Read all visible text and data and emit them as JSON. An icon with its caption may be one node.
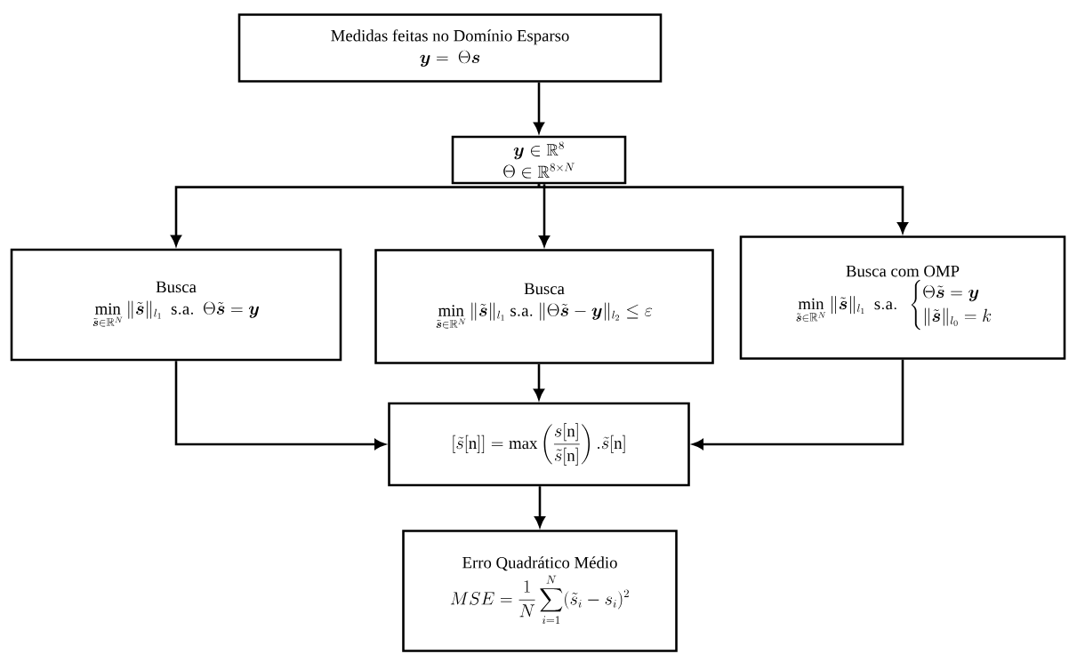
{
  "diagram": {
    "nodes": [
      {
        "text": [
          "Medidas feitas no Domínio Esparso",
          "\\boldsymbol{y} =\\ \\Theta\\boldsymbol{s}"
        ]
      },
      {
        "text": [
          "\\boldsymbol{y} \\in \\mathbb{R}^{8}",
          "\\Theta \\in \\mathbb{R}^{8\\times N}"
        ]
      },
      {
        "text": [
          "Busca",
          "\\min\\limits_{\\tilde{\\boldsymbol{s}} \\in \\mathbb{R}^N} \\|\\tilde{\\boldsymbol{s}}\\|_{l_1}\\ \\ \\mathrm{s.a.}\\ \\ \\Theta\\tilde{\\boldsymbol{s}} = \\boldsymbol{y}"
        ]
      },
      {
        "text": [
          "Busca",
          "\\min\\limits_{\\tilde{\\boldsymbol{s}} \\in \\mathbb{R}^N} \\|\\tilde{\\boldsymbol{s}}\\|_{l_1}\\ \\mathrm{s.a.}\\ \\|\\Theta\\tilde{\\boldsymbol{s}} - \\boldsymbol{y}\\|_{l_2} \\leq \\varepsilon"
        ]
      },
      {
        "text": [
          "Busca com OMP",
          "\\min\\limits_{\\tilde{\\boldsymbol{s}} \\in \\mathbb{R}^N} \\|\\tilde{\\boldsymbol{s}}\\|_{l_1}\\ \\ \\mathrm{s.a.}\\ \\ \\begin{cases} \\Theta\\tilde{\\boldsymbol{s}} = \\boldsymbol{y} \\\\ \\|\\tilde{\\boldsymbol{s}}\\|_{l_0} = k \\end{cases}"
        ]
      },
      {
        "text": [
          "[\\tilde{s}[\\mathrm{n}]] = \\max\\left(\\frac{s[\\mathrm{n}]}{\\tilde{s}[\\mathrm{n}]}\\right).\\tilde{s}[\\mathrm{n}]"
        ]
      },
      {
        "text": [
          "Erro Quadrático Médio",
          "MSE = \\frac{1}{N}\\sum_{i=1}^{N}(\\tilde{s}_i - s_i)^2"
        ]
      }
    ],
    "edges": [
      {
        "from": 0,
        "to": 1,
        "arrow": "to"
      },
      {
        "from": 1,
        "to": 2,
        "arrow": "to"
      },
      {
        "from": 1,
        "to": 3,
        "arrow": "to"
      },
      {
        "from": 1,
        "to": 4,
        "arrow": "to"
      },
      {
        "from": 2,
        "to": 5,
        "arrow": "to"
      },
      {
        "from": 3,
        "to": 5,
        "arrow": "to"
      },
      {
        "from": 4,
        "to": 5,
        "arrow": "to"
      },
      {
        "from": 5,
        "to": 6,
        "arrow": "to"
      }
    ]
  }
}
